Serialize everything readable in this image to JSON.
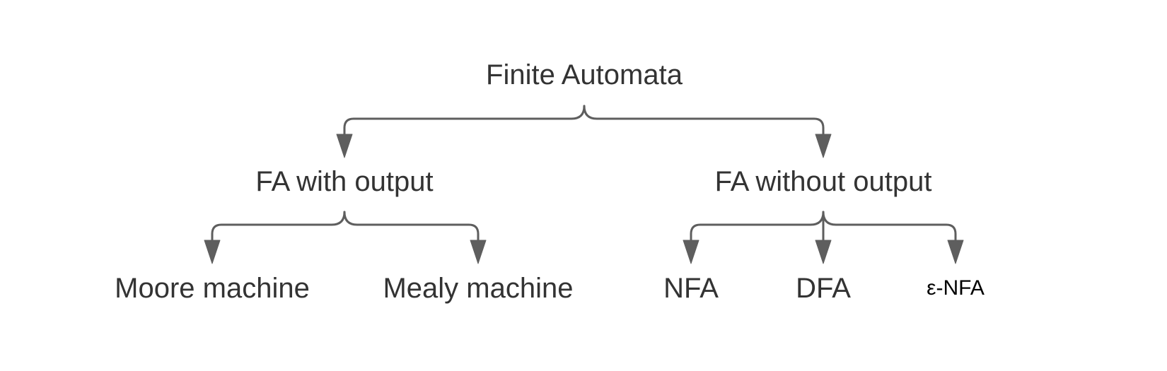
{
  "diagram": {
    "nodes": {
      "root": "Finite Automata",
      "with_output": "FA with output",
      "without_output": "FA without output",
      "moore": "Moore machine",
      "mealy": "Mealy machine",
      "nfa": "NFA",
      "dfa": "DFA",
      "enfa": "ε-NFA"
    },
    "edges": [
      {
        "from": "root",
        "to": "with_output"
      },
      {
        "from": "root",
        "to": "without_output"
      },
      {
        "from": "with_output",
        "to": "moore"
      },
      {
        "from": "with_output",
        "to": "mealy"
      },
      {
        "from": "without_output",
        "to": "nfa"
      },
      {
        "from": "without_output",
        "to": "dfa"
      },
      {
        "from": "without_output",
        "to": "enfa"
      }
    ],
    "colors": {
      "line": "#5e5e5e",
      "text": "#333333",
      "small_text": "#000000"
    }
  }
}
